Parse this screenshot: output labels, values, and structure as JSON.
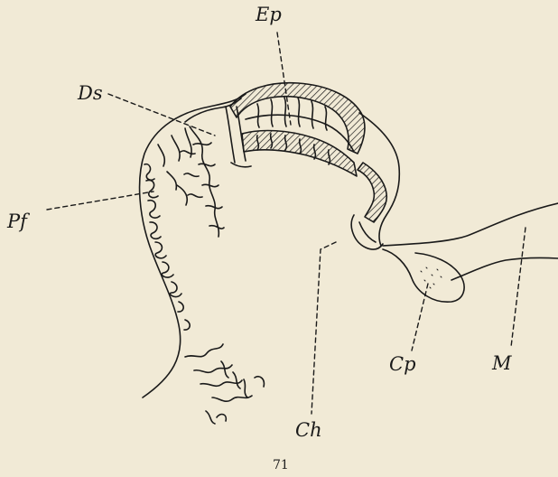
{
  "figure": {
    "labels": {
      "ep": "Ep",
      "ds": "Ds",
      "pf": "Pf",
      "ch": "Ch",
      "cp": "Cp",
      "m": "M"
    },
    "page_number": "71"
  },
  "colors": {
    "paper": "#f1ead6",
    "ink": "#1a1a1a"
  }
}
